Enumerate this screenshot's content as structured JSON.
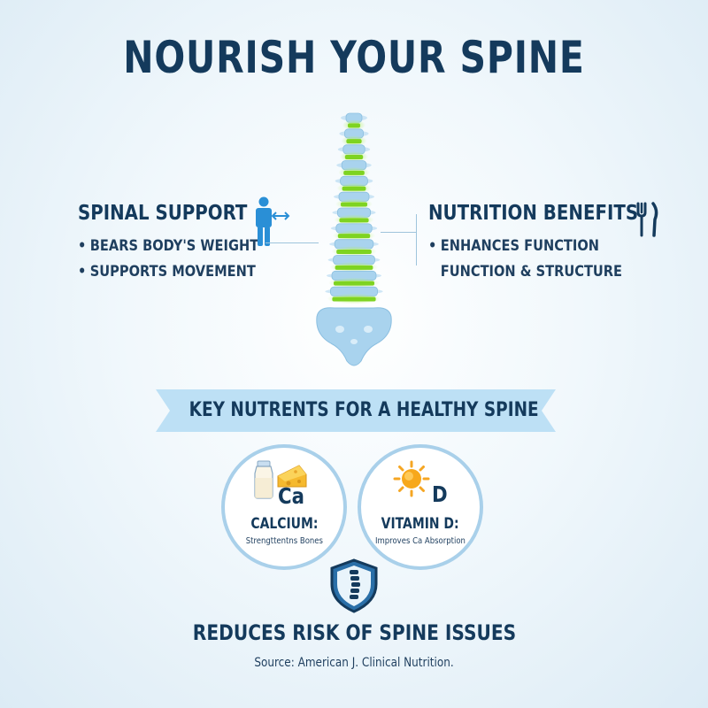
{
  "title": "NOURISH YOUR SPINE",
  "spinal_support": {
    "heading": "SPINAL SUPPORT",
    "bullets": [
      "BEARS BODY'S WEIGHT",
      "SUPPORTS MOVEMENT"
    ]
  },
  "nutrition_benefits": {
    "heading": "NUTRITION BENEFITS",
    "bullets": [
      "ENHANCES FUNCTION",
      "FUNCTION & STRUCTURE"
    ]
  },
  "banner": "KEY NUTRENTS FOR A HEALTHY SPINE",
  "nutrients": [
    {
      "symbol": "Ca",
      "name": "CALCIUM:",
      "desc": "Strengttentns Bones"
    },
    {
      "symbol": "D",
      "name": "VITAMIN D:",
      "desc": "Improves Ca Absorption"
    }
  ],
  "footer": {
    "title": "REDUCES RISK OF SPINE ISSUES",
    "source": "Source: American J. Clinical Nutrition."
  },
  "colors": {
    "navy": "#143a5c",
    "bone": "#a9d3ee",
    "disc_green": "#7ed321",
    "banner": "#bde0f5"
  },
  "icons": [
    "person-arrow-icon",
    "fork-knife-icon",
    "milk-bottle-icon",
    "cheese-icon",
    "sun-icon",
    "spine-shield-icon"
  ]
}
